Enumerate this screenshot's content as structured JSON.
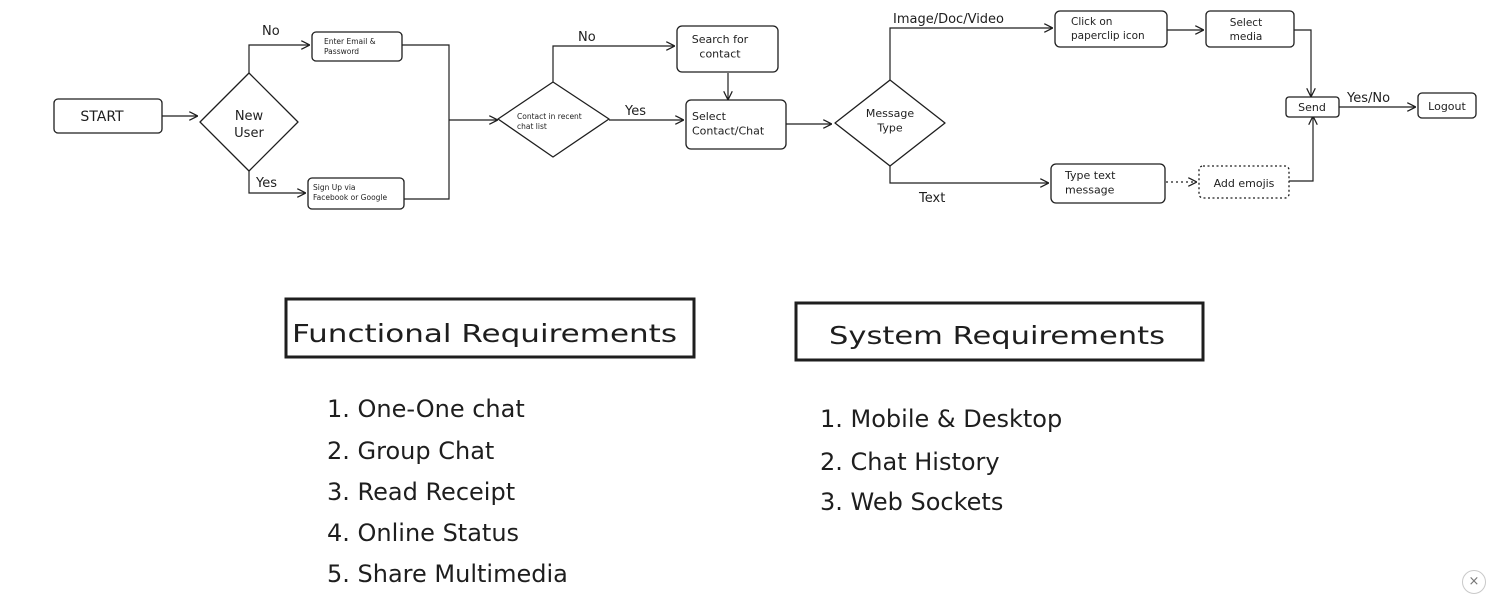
{
  "flow": {
    "nodes": [
      {
        "id": "start",
        "lines": [
          "START"
        ]
      },
      {
        "id": "new_user",
        "lines": [
          "New",
          "User"
        ]
      },
      {
        "id": "enter_email",
        "lines": [
          "Enter Email &",
          "Password"
        ]
      },
      {
        "id": "signup",
        "lines": [
          "Sign Up via",
          "Facebook or Google"
        ]
      },
      {
        "id": "contact_recent",
        "lines": [
          "Contact in recent",
          "chat list"
        ]
      },
      {
        "id": "search_contact",
        "lines": [
          "Search for",
          "contact"
        ]
      },
      {
        "id": "select_contact",
        "lines": [
          "Select",
          "Contact/Chat"
        ]
      },
      {
        "id": "message_type",
        "lines": [
          "Message",
          "Type"
        ]
      },
      {
        "id": "click_paperclip",
        "lines": [
          "Click on",
          "paperclip icon"
        ]
      },
      {
        "id": "select_media",
        "lines": [
          "Select",
          "media"
        ]
      },
      {
        "id": "type_text",
        "lines": [
          "Type text",
          "message"
        ]
      },
      {
        "id": "add_emojis",
        "lines": [
          "Add emojis"
        ]
      },
      {
        "id": "send",
        "lines": [
          "Send"
        ]
      },
      {
        "id": "logout",
        "lines": [
          "Logout"
        ]
      }
    ],
    "edge_labels": {
      "no_1": "No",
      "yes_1": "Yes",
      "no_2": "No",
      "yes_2": "Yes",
      "image_doc_video": "Image/Doc/Video",
      "text": "Text",
      "yes_no": "Yes/No"
    }
  },
  "requirements": {
    "functional": {
      "title": "Functional Requirements",
      "items": [
        "1. One-One chat",
        "2. Group Chat",
        "3. Read Receipt",
        "4. Online Status",
        "5. Share Multimedia"
      ]
    },
    "system": {
      "title": "System Requirements",
      "items": [
        "1. Mobile & Desktop",
        "2. Chat History",
        "3. Web Sockets"
      ]
    }
  },
  "controls": {
    "close_glyph": "×"
  }
}
